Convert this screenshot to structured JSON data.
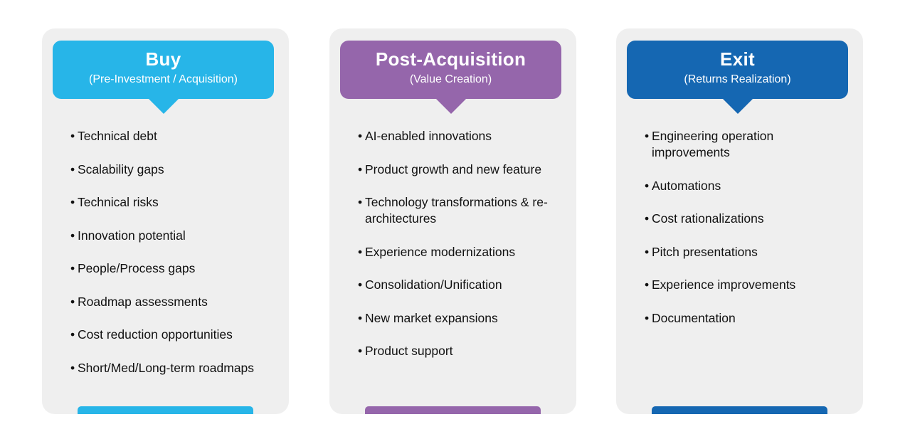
{
  "colors": {
    "buy": "#27b5e8",
    "post": "#9566ab",
    "exit": "#1567b2",
    "card_bg": "#efefef"
  },
  "columns": [
    {
      "title": "Buy",
      "subtitle": "(Pre-Investment / Acquisition)",
      "items": [
        "Technical debt",
        "Scalability gaps",
        "Technical risks",
        "Innovation potential",
        "People/Process gaps",
        "Roadmap assessments",
        "Cost reduction opportunities",
        "Short/Med/Long-term roadmaps"
      ]
    },
    {
      "title": "Post-Acquisition",
      "subtitle": "(Value Creation)",
      "items": [
        "AI-enabled innovations",
        "Product growth and new feature",
        "Technology transformations & re-architectures",
        "Experience modernizations",
        "Consolidation/Unification",
        "New market expansions",
        "Product support"
      ]
    },
    {
      "title": "Exit",
      "subtitle": "(Returns Realization)",
      "items": [
        "Engineering operation improvements",
        "Automations",
        "Cost rationalizations",
        "Pitch presentations",
        "Experience improvements",
        "Documentation"
      ]
    }
  ]
}
